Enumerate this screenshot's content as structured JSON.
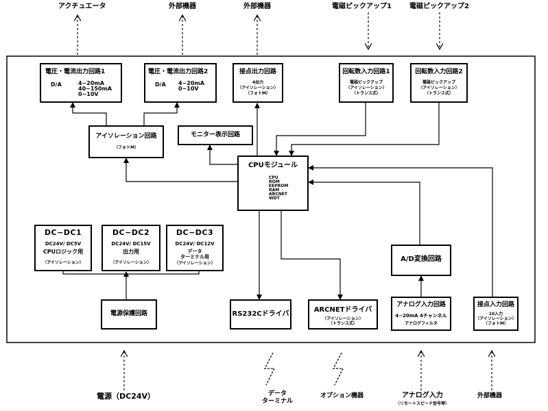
{
  "external": {
    "actuator": "アクチュエータ",
    "ext_display_top": "外部機器",
    "ext_device_top": "外部機器",
    "pickup1": "電磁ピックアップ1",
    "pickup2": "電磁ピックアップ2",
    "power": "電源（DC24V）",
    "data_terminal_line1": "データ",
    "data_terminal_line2": "ターミナル",
    "option": "オプション機器",
    "analog_in_line1": "アナログ入力",
    "analog_in_line2": "（リモートスピード信号等）",
    "ext_device_bottom": "外部機器"
  },
  "blocks": {
    "vi_out1": {
      "title": "電圧・電流出力回路1",
      "da": "D/A",
      "spec1": "4−20mA",
      "spec2": "40−150mA",
      "spec3": "0−10V"
    },
    "vi_out2": {
      "title": "電圧・電流出力回路2",
      "da": "D/A",
      "spec1": "4−20mA",
      "spec2": "0−10V"
    },
    "contact_out": {
      "title": "接点出力回路",
      "l1": "4出力",
      "l2": "（アイソレーション）",
      "l3": "（フォトM）"
    },
    "rot_in1": {
      "title": "回転数入力回路1",
      "l1": "電磁ピックアップ",
      "l2": "（アイソレーション）",
      "l3": "（トランス式）"
    },
    "rot_in2": {
      "title": "回転数入力回路2",
      "l1": "電磁ピックアップ",
      "l2": "（アイソレーション）",
      "l3": "（トランス式）"
    },
    "isolation": {
      "title": "アイソレーション回路",
      "sub": "（フォトM）"
    },
    "monitor": {
      "title": "モニター表示回路"
    },
    "cpu": {
      "title": "CPUモジュール",
      "items": [
        "CPU",
        "ROM",
        "EEPROM",
        "RAM",
        "ARCNET",
        "WDT"
      ]
    },
    "dcdc1": {
      "title": "DC−DC1",
      "l1": "DC24V/ DC5V",
      "l2": "CPUロジック用",
      "l3": "（アイソレーション）"
    },
    "dcdc2": {
      "title": "DC−DC2",
      "l1": "DC24V/ DC15V",
      "l2": "出力用",
      "l3": "（アイソレーション）"
    },
    "dcdc3": {
      "title": "DC−DC3",
      "l1": "DC24V/ DC12V",
      "l2": "データ",
      "l3": "ターミナル用",
      "l4": "（アイソレーション）"
    },
    "power_protect": {
      "title": "電源保護回路"
    },
    "rs232c": {
      "title": "RS232Cドライバ"
    },
    "arcnet": {
      "title": "ARCNETドライバ",
      "l1": "（アイソレーション）",
      "l2": "（トランス式）"
    },
    "ad": {
      "title": "A/D変換回路"
    },
    "analog_in": {
      "title": "アナログ入力回路",
      "l1": "4−20mA 4チャンネル",
      "l2": "アナログフィルタ"
    },
    "contact_in": {
      "title": "接点入力回路",
      "l1": "10入力",
      "l2": "（アイソレーション）",
      "l3": "（フォトM）"
    }
  }
}
